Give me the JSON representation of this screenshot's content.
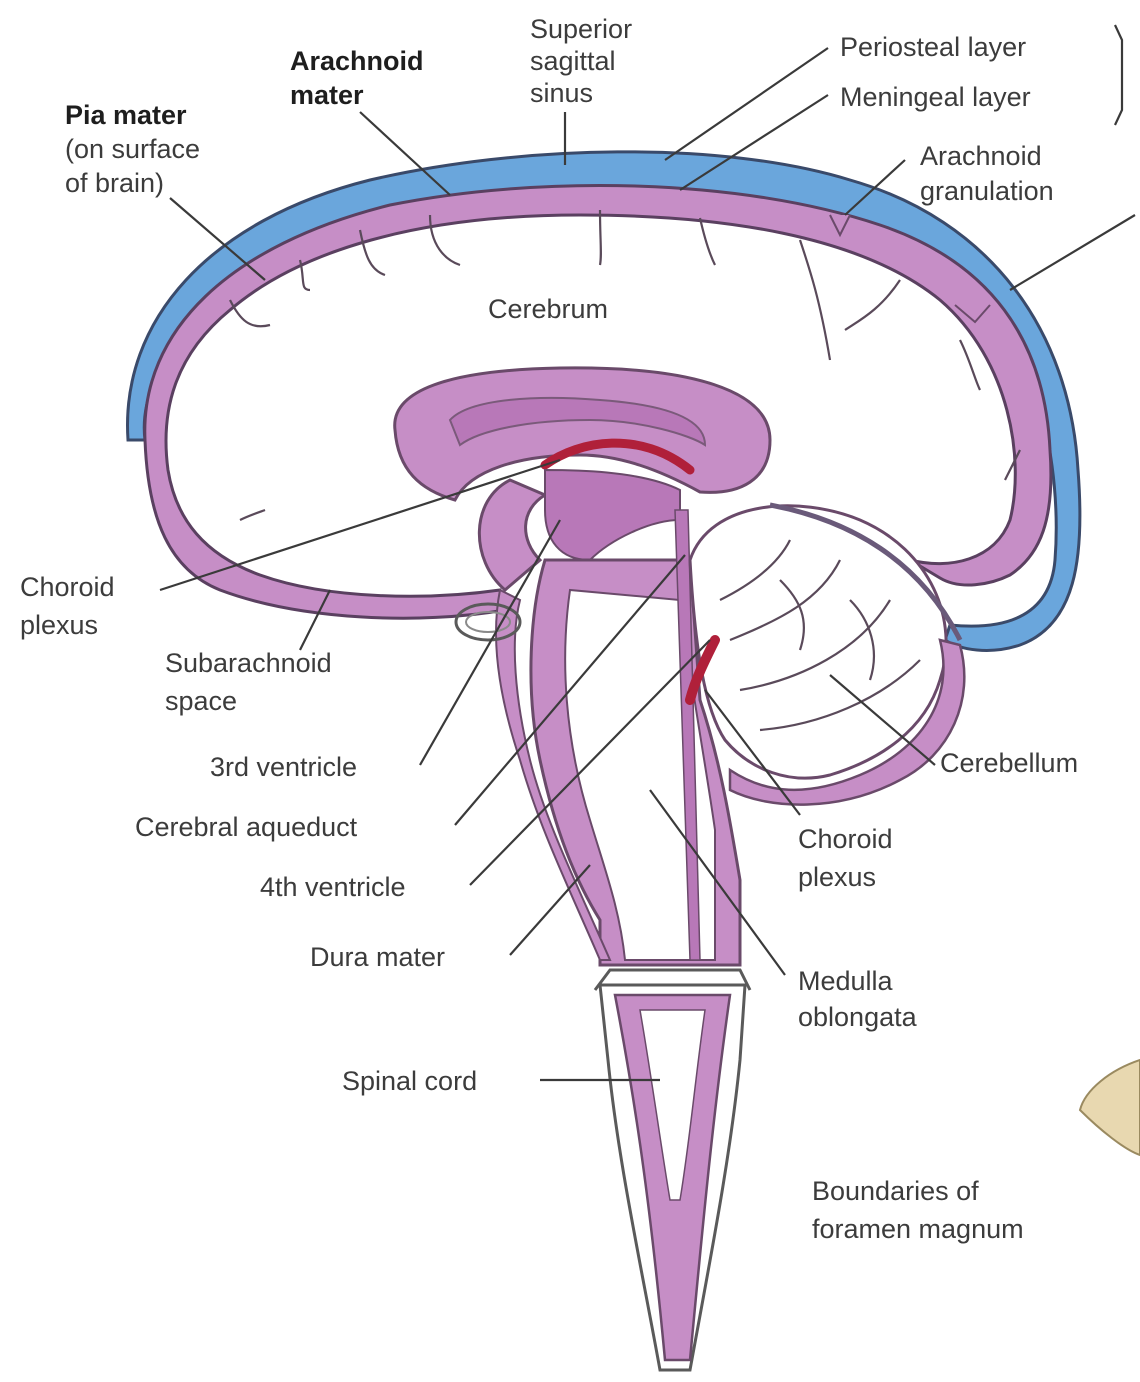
{
  "labels": {
    "superior_sagittal_sinus": [
      "Superior",
      "sagittal",
      "sinus"
    ],
    "arachnoid_mater": [
      "Arachnoid",
      "mater"
    ],
    "pia_mater": [
      "Pia mater",
      "(on surface",
      "of brain)"
    ],
    "periosteal_layer": "Periosteal layer",
    "meningeal_layer": "Meningeal layer",
    "arachnoid_granulation": [
      "Arachnoid",
      "granulation"
    ],
    "cerebrum": "Cerebrum",
    "choroid_plexus_left": [
      "Choroid",
      "plexus"
    ],
    "subarachnoid_space": [
      "Subarachnoid",
      "space"
    ],
    "third_ventricle": "3rd ventricle",
    "cerebral_aqueduct": "Cerebral aqueduct",
    "fourth_ventricle": "4th ventricle",
    "dura_mater": "Dura mater",
    "spinal_cord": "Spinal cord",
    "cerebellum": "Cerebellum",
    "choroid_plexus_right": [
      "Choroid",
      "plexus"
    ],
    "medulla_oblongata": [
      "Medulla",
      "oblongata"
    ],
    "foramen_magnum": [
      "Boundaries of",
      "foramen magnum"
    ]
  },
  "colors": {
    "dura_blue": "#6aa6dc",
    "pia_purple": "#c68ec6",
    "ventricle_purple": "#b878b8",
    "choroid_red": "#b0203a",
    "outline": "#4a4a5a",
    "label_text": "#3c3c3c"
  }
}
